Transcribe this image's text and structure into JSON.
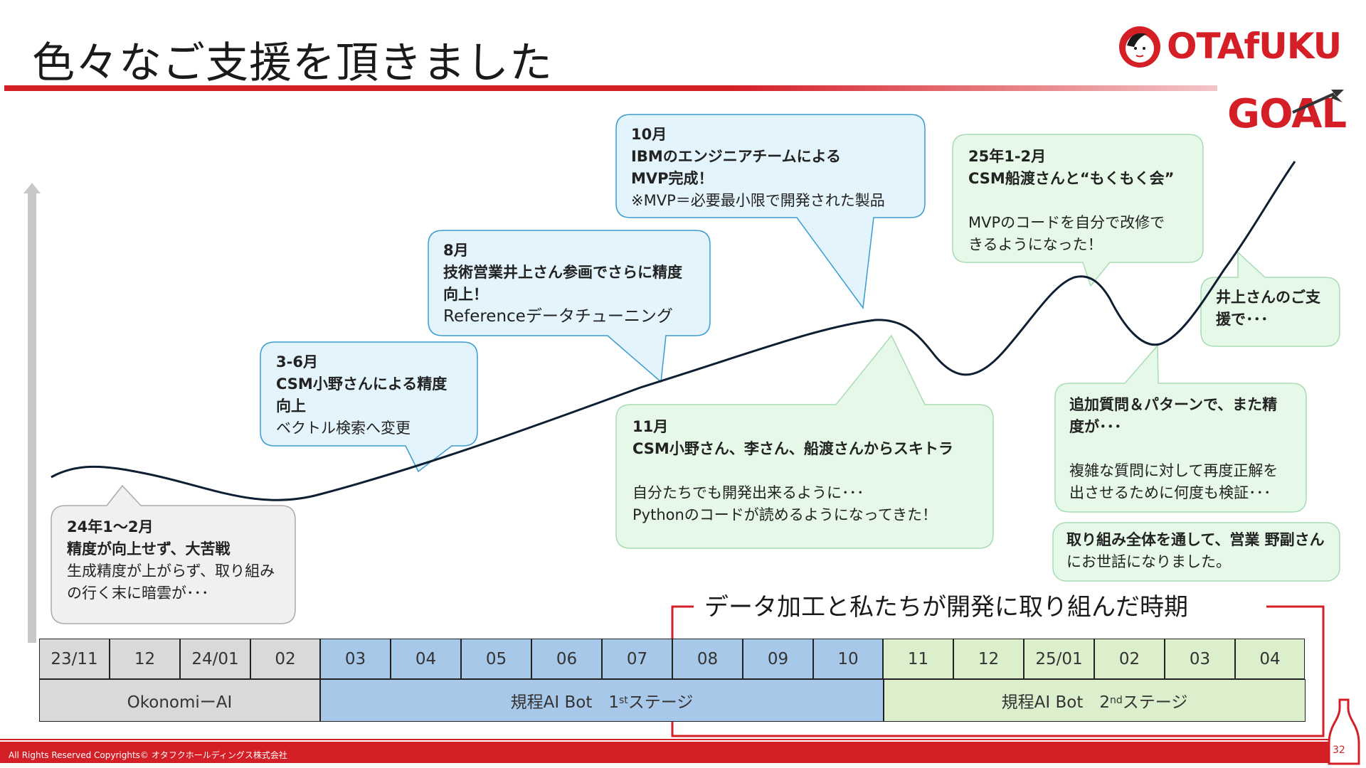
{
  "header": {
    "title": "色々なご支援を頂きました",
    "logo_text": "OTAfUKU",
    "goal_text": "GOAL"
  },
  "bubbles": {
    "b1": {
      "period": "24年1～2月",
      "headline": "精度が向上せず、大苦戦",
      "lines": [
        "生成精度が上がらず、取り組み",
        "の行く末に暗雲が･･･"
      ]
    },
    "b2": {
      "period": "3-6月",
      "headline_lines": [
        "CSM小野さんによる精度",
        "向上"
      ],
      "note": "ベクトル検索へ変更"
    },
    "b3": {
      "period": "8月",
      "headline_lines": [
        "技術営業井上さん参画でさらに精度",
        "向上！"
      ],
      "note": "Referenceデータチューニング"
    },
    "b4": {
      "period": "10月",
      "headline_lines": [
        "IBMのエンジニアチームによる",
        "MVP完成！"
      ],
      "note": "※MVP＝必要最小限で開発された製品"
    },
    "b5": {
      "period": "11月",
      "headline": "CSM小野さん、李さん、船渡さんからスキトラ",
      "lines": [
        "自分たちでも開発出来るように･･･",
        "Pythonのコードが読めるようになってきた！"
      ]
    },
    "b6": {
      "period": "25年1-2月",
      "headline": "CSM船渡さんと“もくもく会”",
      "lines": [
        "MVPのコードを自分で改修で",
        "きるようになった！"
      ]
    },
    "b7": {
      "lines": [
        "井上さんのご支",
        "援で･･･"
      ]
    },
    "b8": {
      "headline_lines": [
        "追加質問＆パターンで、また精",
        "度が･･･"
      ],
      "lines": [
        "複雑な質問に対して再度正解を",
        "出させるために何度も検証･･･"
      ]
    },
    "b9": {
      "lines": [
        "取り組み全体を通して、営業 野副さん",
        "にお世話になりました。"
      ]
    }
  },
  "period_label": "データ加工と私たちが開発に取り組んだ時期",
  "timeline": {
    "months": [
      "23/11",
      "12",
      "24/01",
      "02",
      "03",
      "04",
      "05",
      "06",
      "07",
      "08",
      "09",
      "10",
      "11",
      "12",
      "25/01",
      "02",
      "03",
      "04"
    ],
    "phases": [
      {
        "label": "OkonomiーAI",
        "sup": "",
        "suffix": ""
      },
      {
        "label": "規程AI Bot　1",
        "sup": "st",
        "suffix": "ステージ"
      },
      {
        "label": "規程AI Bot　2",
        "sup": "nd",
        "suffix": "ステージ"
      }
    ]
  },
  "footer": {
    "copyright": "All Rights Reserved Copyrights© オタフクホールディングス株式会社",
    "page": "32"
  },
  "colors": {
    "brand_red": "#d51f27",
    "curve": "#0e1f33",
    "gray_phase": "#d9d9d9",
    "blue_phase": "#a8c8ea",
    "green_phase": "#dcefcc"
  }
}
